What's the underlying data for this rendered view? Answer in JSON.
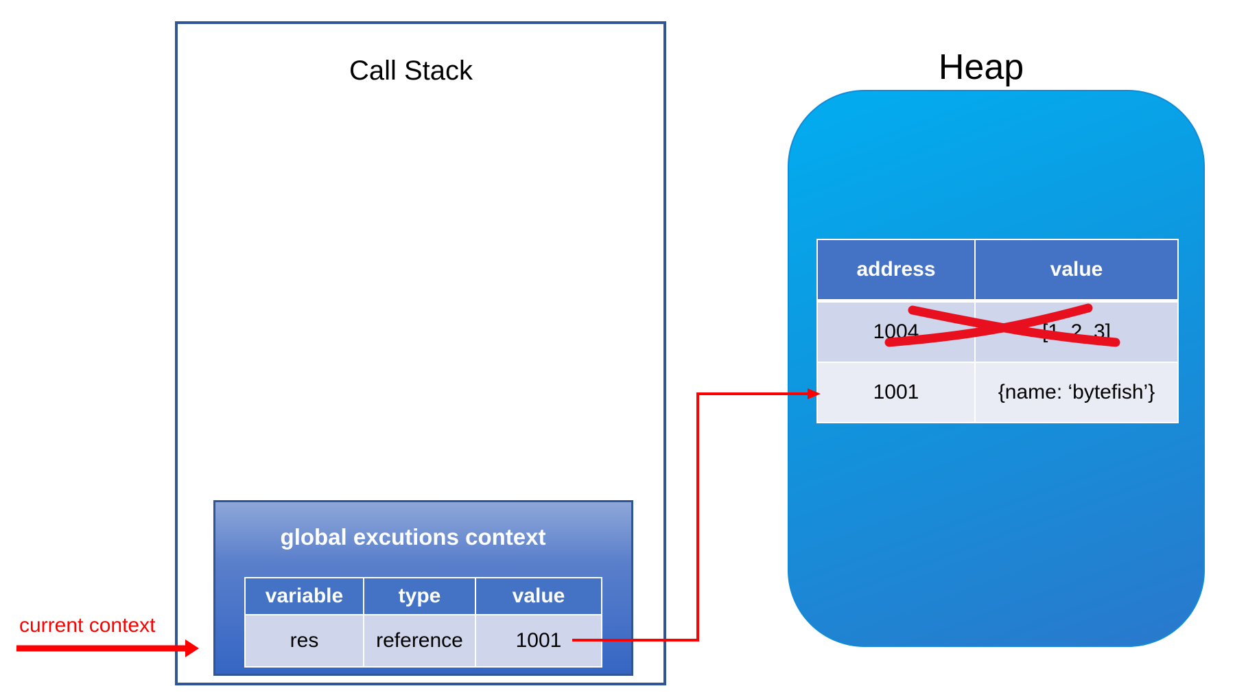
{
  "call_stack": {
    "title": "Call Stack",
    "context": {
      "title": "global excutions context",
      "headers": [
        "variable",
        "type",
        "value"
      ],
      "rows": [
        [
          "res",
          "reference",
          "1001"
        ]
      ]
    }
  },
  "heap": {
    "title": "Heap",
    "headers": [
      "address",
      "value"
    ],
    "rows": [
      {
        "address": "1004",
        "value": "[1, 2, 3]",
        "crossed_out": true
      },
      {
        "address": "1001",
        "value": "{name: ‘bytefish’}",
        "crossed_out": false
      }
    ]
  },
  "pointer_label": "current context",
  "colors": {
    "frame_border": "#2f5597",
    "table_header": "#4472c4",
    "row_light": "#cfd5ea",
    "row_lighter": "#e9ebf5",
    "heap_top": "#02adf0",
    "heap_bottom": "#2a78cc",
    "arrow": "#ff0000"
  }
}
